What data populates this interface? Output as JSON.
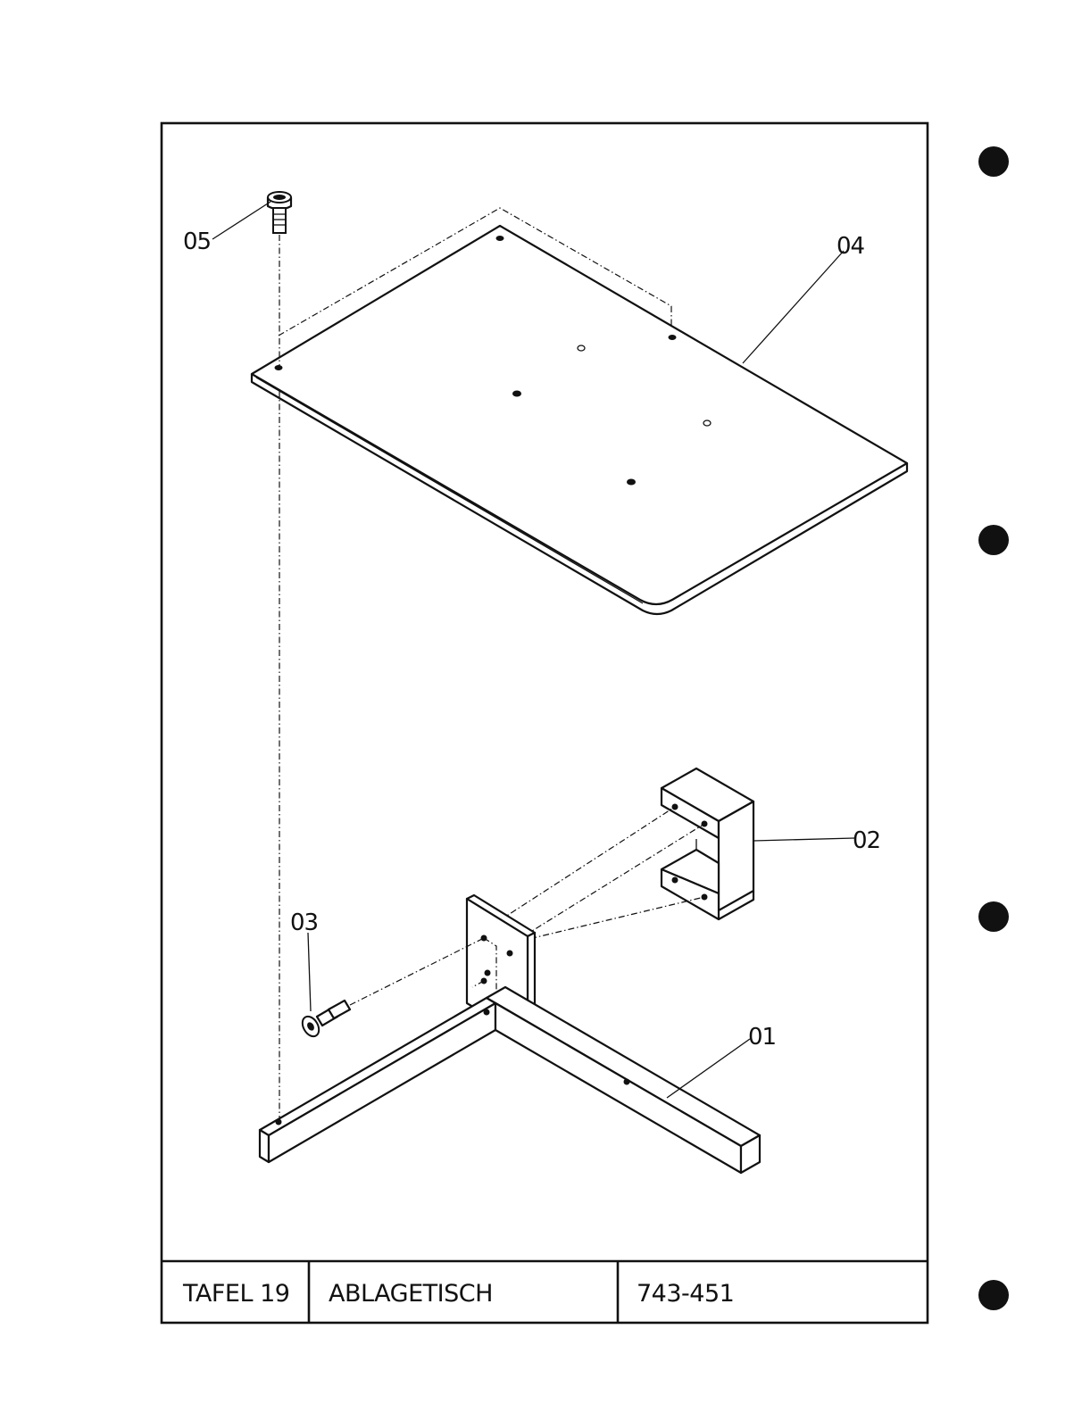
{
  "drawing": {
    "callouts": {
      "part_01": "01",
      "part_02": "02",
      "part_03": "03",
      "part_04": "04",
      "part_05": "05"
    }
  },
  "title_block": {
    "plate": "TAFEL 19",
    "name": "ABLAGETISCH",
    "number": "743-451"
  },
  "colors": {
    "ink": "#111111",
    "paper": "#ffffff"
  },
  "icons": [
    "binder-hole-icon",
    "screw-icon"
  ]
}
